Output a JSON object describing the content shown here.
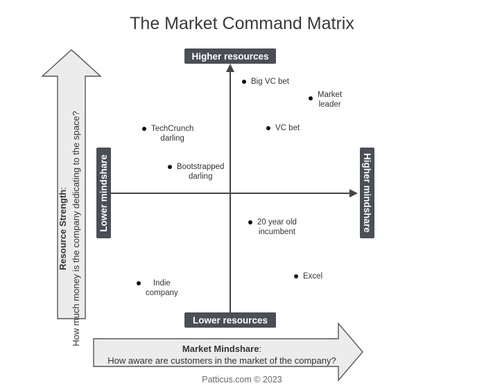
{
  "title": "The Market Command Matrix",
  "axes": {
    "top": "Higher resources",
    "bottom": "Lower resources",
    "left": "Lower mindshare",
    "right": "Higher mindshare"
  },
  "vertical_axis": {
    "name": "Resource Strength",
    "question": "How much money is the company dedicating to the space?"
  },
  "horizontal_axis": {
    "name": "Market Mindshare",
    "question": "How aware are customers in the market of the company?"
  },
  "points": [
    {
      "label1": "Big VC bet",
      "label2": ""
    },
    {
      "label1": "Market",
      "label2": "leader"
    },
    {
      "label1": "TechCrunch",
      "label2": "darling"
    },
    {
      "label1": "VC bet",
      "label2": ""
    },
    {
      "label1": "Bootstrapped",
      "label2": "darling"
    },
    {
      "label1": "20 year old",
      "label2": "incumbent"
    },
    {
      "label1": "Excel",
      "label2": ""
    },
    {
      "label1": "Indie",
      "label2": "company"
    }
  ],
  "footer": "Patticus.com © 2023"
}
